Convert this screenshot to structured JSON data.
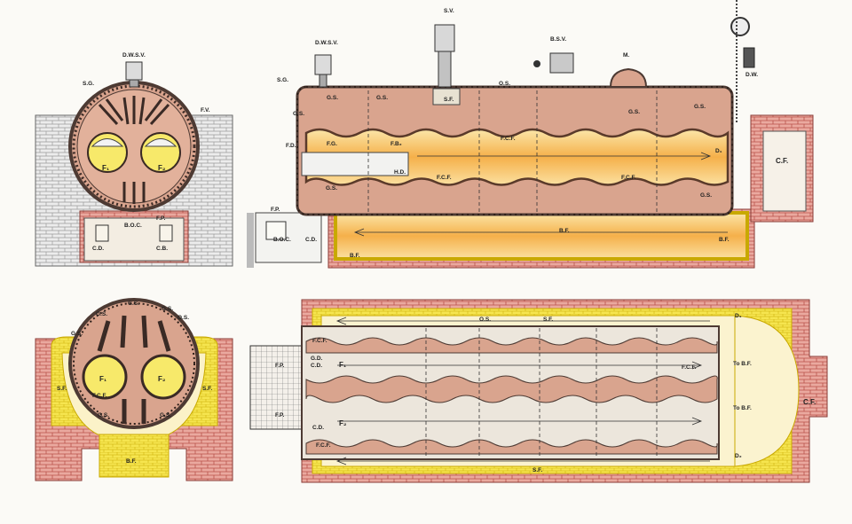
{
  "labels": {
    "front_dwsv": "D.W.S.V.",
    "front_sg": "S.G.",
    "front_fv": "F.V.",
    "front_f1": "F₁",
    "front_f2": "F₂",
    "front_fp": "F.P.",
    "front_cd": "C.D.",
    "front_boc": "B.O.C.",
    "front_cb": "C.B.",
    "side_dwsv": "D.W.S.V.",
    "side_sv": "S.V.",
    "side_bsv": "B.S.V.",
    "side_m": "M.",
    "side_dw": "D.W.",
    "side_sg": "S.G.",
    "side_gs1": "G.S.",
    "side_gs2": "G.S.",
    "side_gs3": "G.S.",
    "side_gs4": "G.S.",
    "side_gs5": "G.S.",
    "side_gs6": "G.S.",
    "side_gs7": "G.S.",
    "side_os": "O.S.",
    "side_sf": "S.F.",
    "side_fd": "F.D.",
    "side_fg": "F.G.",
    "side_fb2": "F.B₂",
    "side_fcf1": "F.C.F.",
    "side_fcf2": "F.C.F.",
    "side_fcf3": "F.C.F.",
    "side_hd": "H.D.",
    "side_d1": "D₁",
    "side_cf": "C.F.",
    "side_fp": "F.P.",
    "side_boc": "B.O.C.",
    "side_cd": "C.D.",
    "side_bf1": "B.F.",
    "side_bf2": "B.F.",
    "side_bf3": "B.F.",
    "cross_gs1": "G.S.",
    "cross_gs2": "G.S.",
    "cross_gs3": "G.S.",
    "cross_os": "O.S.",
    "cross_gs4": "G.S.",
    "cross_gs5": "G.S.",
    "cross_gs6": "G.S.",
    "cross_sf1": "S.F.",
    "cross_sf2": "S.F.",
    "cross_f1": "F₁",
    "cross_f2": "F₂",
    "cross_fcf": "F.C.F.",
    "cross_bf": "B.F.",
    "plan_os": "O.S.",
    "plan_sf1": "S.F.",
    "plan_sf2": "S.F.",
    "plan_fcf1": "F.C.F.",
    "plan_fcf2": "F.C.F.",
    "plan_fcf3": "F.C.F.",
    "plan_gd": "G.D.",
    "plan_cd1": "C.D.",
    "plan_cd2": "C.D.",
    "plan_fp1": "F.P.",
    "plan_fp2": "F.P.",
    "plan_f1": "F₁",
    "plan_f2": "F₂",
    "plan_d1": "D₁",
    "plan_d2": "D₂",
    "plan_tobf1": "To B.F.",
    "plan_tobf2": "To B.F.",
    "plan_cf": "C.F."
  },
  "colors": {
    "brick": "#e8a79c",
    "brick_line": "#b9524a",
    "firebrick": "#f4e24c",
    "flame": "#f5b24a",
    "flame_light": "#fbe3a3",
    "shell": "#d9a48e",
    "shell_dark": "#6b5a50",
    "grey_brick": "#e4e4e4",
    "steam": "#ede3d3"
  }
}
